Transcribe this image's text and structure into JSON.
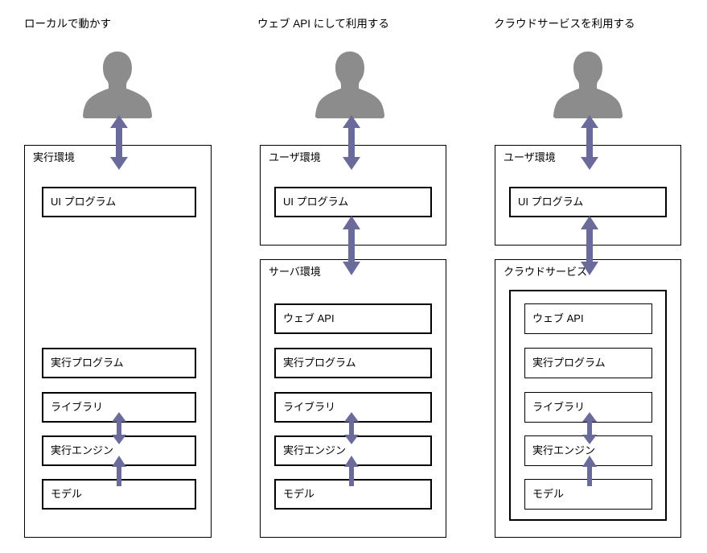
{
  "diagram": {
    "title_hidden": "",
    "accent_arrow_color": "#6A6B9B",
    "avatar_color": "#8C8C8C",
    "line_color": "#000000",
    "background": "#ffffff"
  },
  "columns": [
    {
      "id": "local",
      "title": "ローカルで動かす",
      "actor_icon": "user-avatar-icon",
      "environments": [
        {
          "id": "execution-environment",
          "label": "実行環境",
          "components": [
            {
              "id": "ui-program",
              "label": "UI プログラム"
            },
            {
              "id": "execution-program",
              "label": "実行プログラム"
            },
            {
              "id": "library",
              "label": "ライブラリ"
            },
            {
              "id": "execution-engine",
              "label": "実行エンジン"
            },
            {
              "id": "model",
              "label": "モデル"
            }
          ]
        }
      ],
      "arrows": [
        {
          "id": "actor-to-execution-environment",
          "type": "double"
        },
        {
          "id": "library-to-execution-engine",
          "type": "double"
        },
        {
          "id": "model-to-execution-engine",
          "type": "up"
        }
      ]
    },
    {
      "id": "web-api",
      "title": "ウェブ API にして利用する",
      "actor_icon": "user-avatar-icon",
      "environments": [
        {
          "id": "user-environment",
          "label": "ユーザ環境",
          "components": [
            {
              "id": "ui-program",
              "label": "UI プログラム"
            }
          ]
        },
        {
          "id": "server-environment",
          "label": "サーバ環境",
          "components": [
            {
              "id": "web-api",
              "label": "ウェブ API"
            },
            {
              "id": "execution-program",
              "label": "実行プログラム"
            },
            {
              "id": "library",
              "label": "ライブラリ"
            },
            {
              "id": "execution-engine",
              "label": "実行エンジン"
            },
            {
              "id": "model",
              "label": "モデル"
            }
          ]
        }
      ],
      "arrows": [
        {
          "id": "actor-to-user-environment",
          "type": "double"
        },
        {
          "id": "ui-program-to-server-environment",
          "type": "double"
        },
        {
          "id": "library-to-execution-engine",
          "type": "double"
        },
        {
          "id": "model-to-execution-engine",
          "type": "up"
        }
      ]
    },
    {
      "id": "cloud-service",
      "title": "クラウドサービスを利用する",
      "actor_icon": "user-avatar-icon",
      "environments": [
        {
          "id": "user-environment",
          "label": "ユーザ環境",
          "components": [
            {
              "id": "ui-program",
              "label": "UI プログラム"
            }
          ]
        },
        {
          "id": "cloud-service",
          "label": "クラウドサービス",
          "components": [
            {
              "id": "web-api",
              "label": "ウェブ API"
            },
            {
              "id": "execution-program",
              "label": "実行プログラム"
            },
            {
              "id": "library",
              "label": "ライブラリ"
            },
            {
              "id": "execution-engine",
              "label": "実行エンジン"
            },
            {
              "id": "model",
              "label": "モデル"
            }
          ]
        }
      ],
      "arrows": [
        {
          "id": "actor-to-user-environment",
          "type": "double"
        },
        {
          "id": "ui-program-to-cloud-service",
          "type": "double"
        },
        {
          "id": "library-to-execution-engine",
          "type": "double"
        },
        {
          "id": "model-to-execution-engine",
          "type": "up"
        }
      ]
    }
  ]
}
